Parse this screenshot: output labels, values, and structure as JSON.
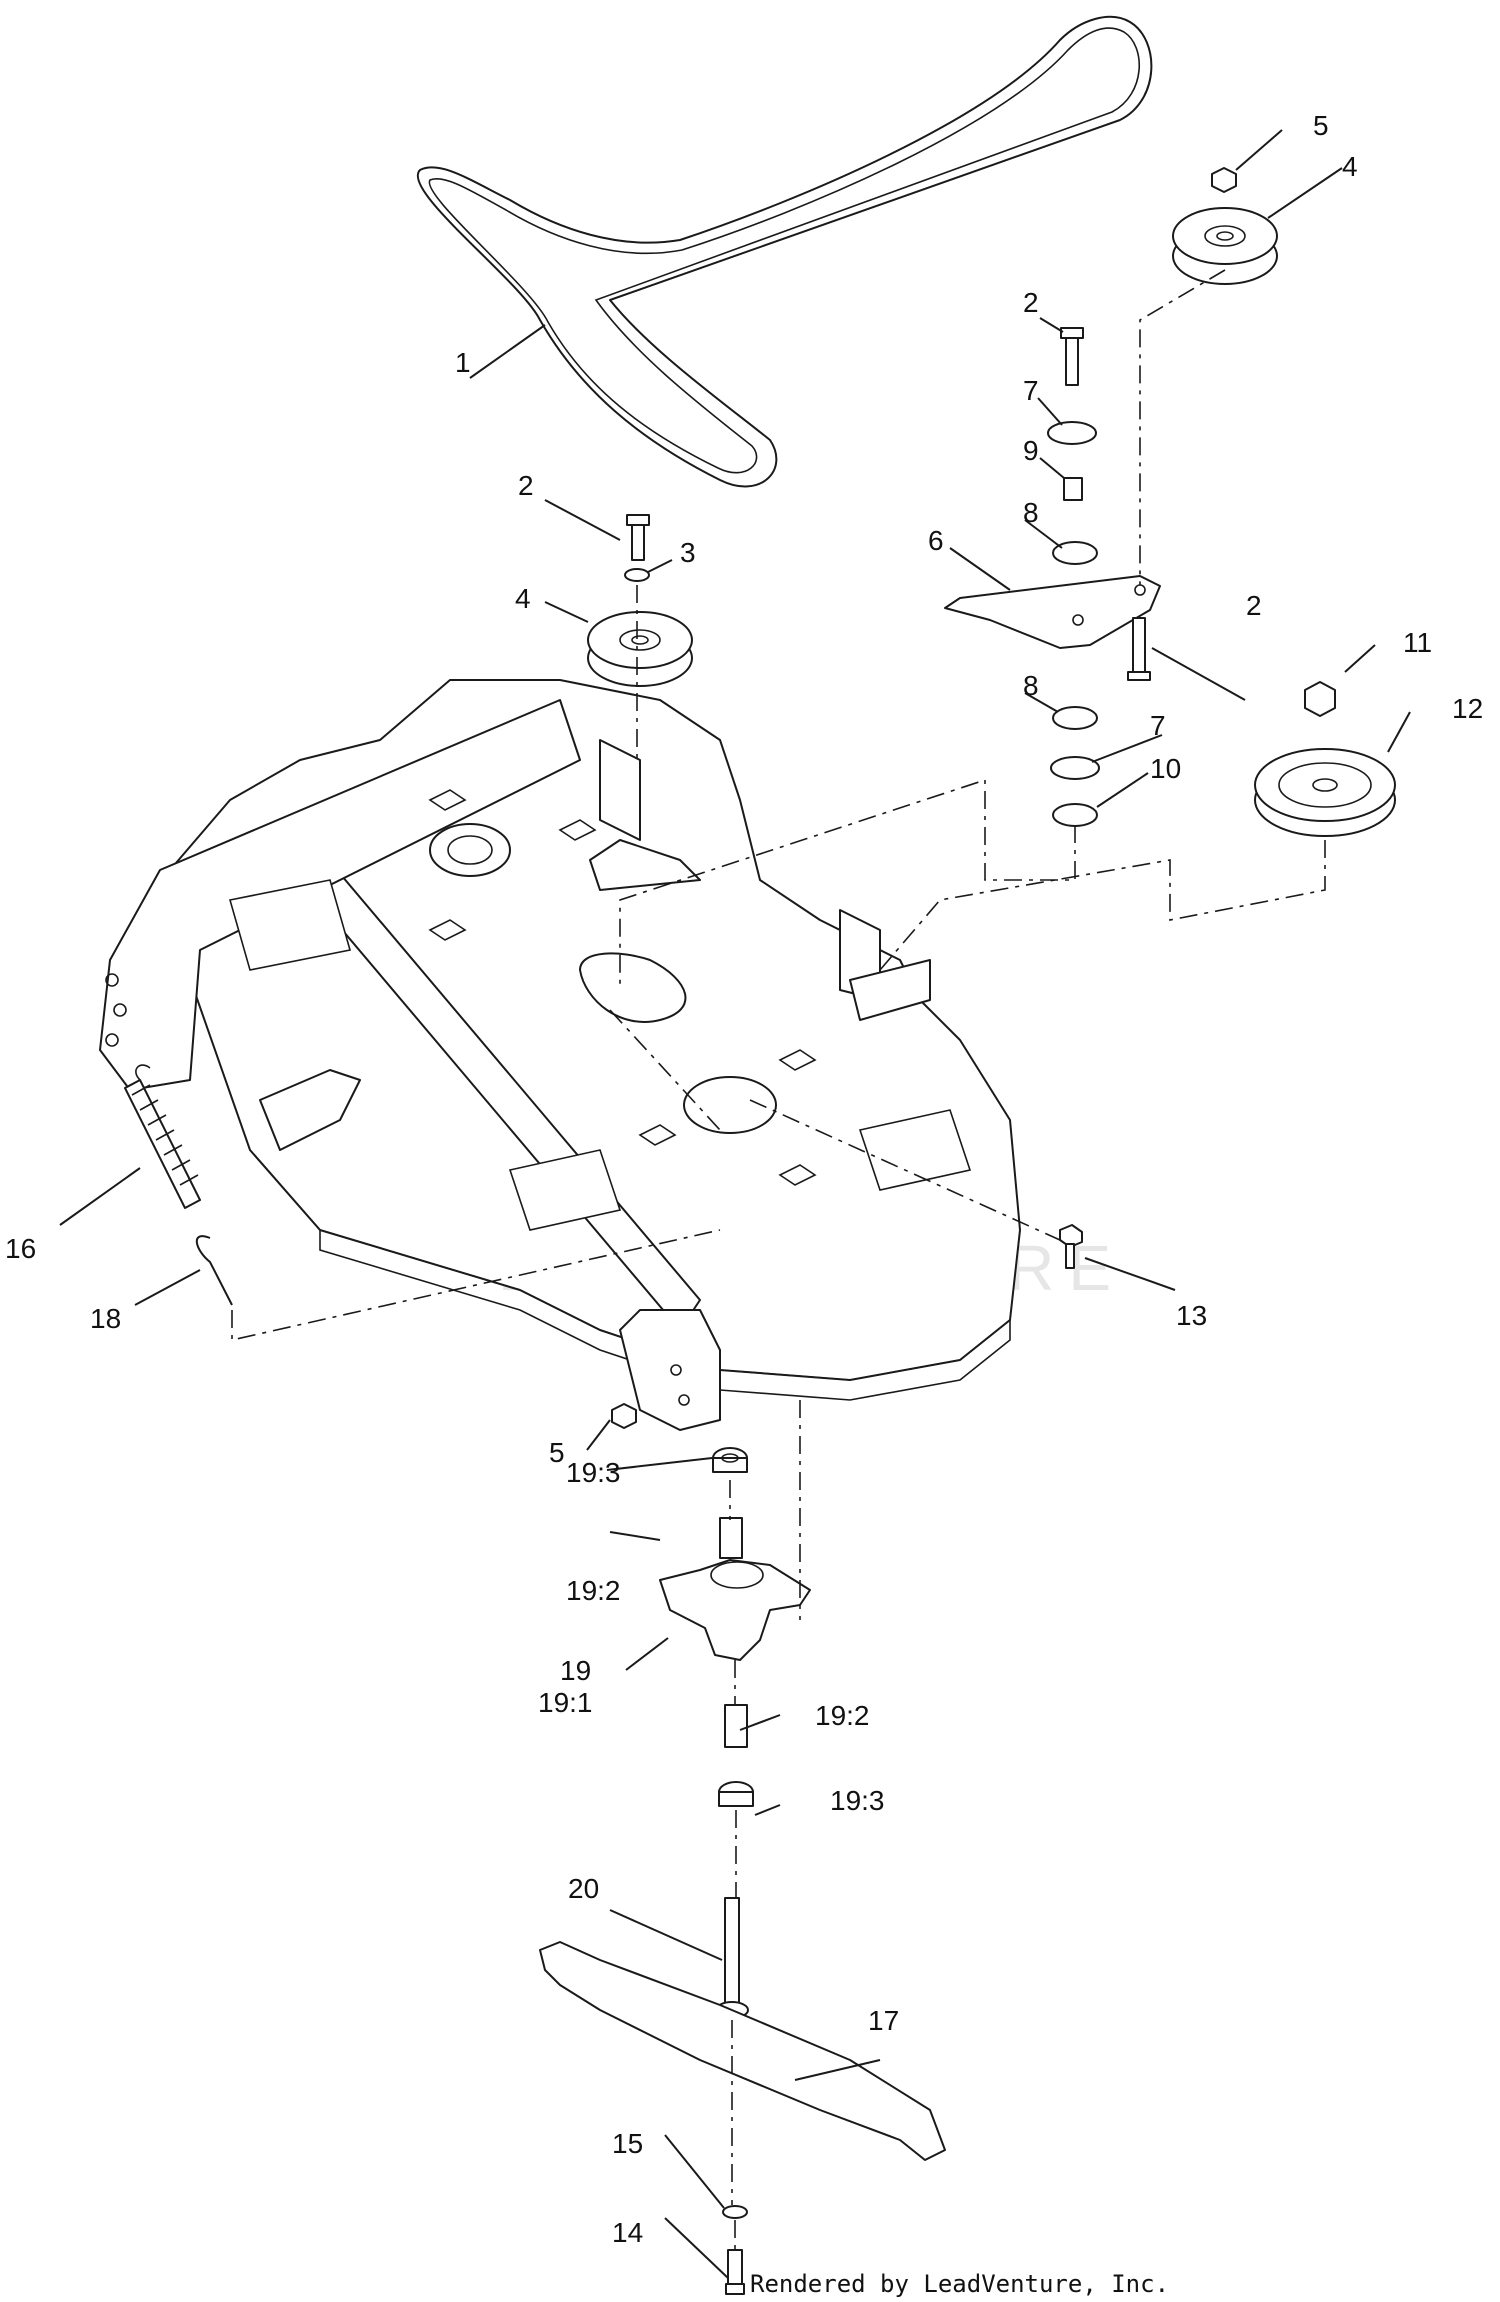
{
  "diagram": {
    "watermark": "LEADVENTURE",
    "credit": "Rendered by LeadVenture, Inc.",
    "callouts": [
      {
        "id": "c1",
        "text": "1"
      },
      {
        "id": "c2a",
        "text": "2"
      },
      {
        "id": "c2b",
        "text": "2"
      },
      {
        "id": "c2c",
        "text": "2"
      },
      {
        "id": "c3",
        "text": "3"
      },
      {
        "id": "c4a",
        "text": "4"
      },
      {
        "id": "c4b",
        "text": "4"
      },
      {
        "id": "c5a",
        "text": "5"
      },
      {
        "id": "c5b",
        "text": "5"
      },
      {
        "id": "c6",
        "text": "6"
      },
      {
        "id": "c7a",
        "text": "7"
      },
      {
        "id": "c7b",
        "text": "7"
      },
      {
        "id": "c8a",
        "text": "8"
      },
      {
        "id": "c8b",
        "text": "8"
      },
      {
        "id": "c9",
        "text": "9"
      },
      {
        "id": "c10",
        "text": "10"
      },
      {
        "id": "c11",
        "text": "11"
      },
      {
        "id": "c12",
        "text": "12"
      },
      {
        "id": "c13",
        "text": "13"
      },
      {
        "id": "c14",
        "text": "14"
      },
      {
        "id": "c15",
        "text": "15"
      },
      {
        "id": "c16",
        "text": "16"
      },
      {
        "id": "c17",
        "text": "17"
      },
      {
        "id": "c18",
        "text": "18"
      },
      {
        "id": "c19",
        "text": "19"
      },
      {
        "id": "c19_1",
        "text": "19:1"
      },
      {
        "id": "c19_2a",
        "text": "19:2"
      },
      {
        "id": "c19_2b",
        "text": "19:2"
      },
      {
        "id": "c19_3a",
        "text": "19:3"
      },
      {
        "id": "c19_3b",
        "text": "19:3"
      },
      {
        "id": "c20",
        "text": "20"
      }
    ]
  }
}
